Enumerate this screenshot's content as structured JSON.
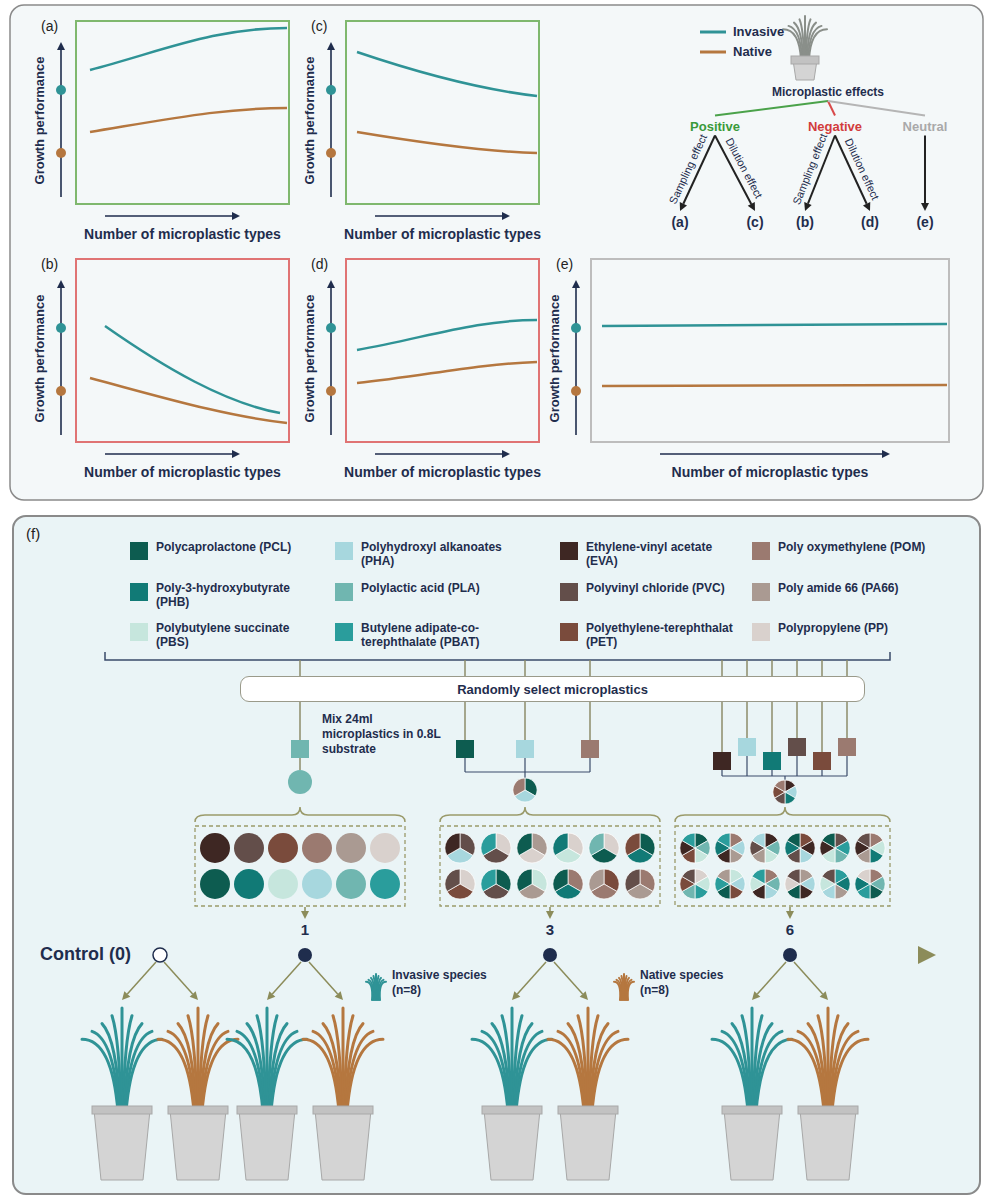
{
  "diagram": {
    "nodes": [
      {
        "text": [
          "(a)",
          "Growth performance",
          "Number of microplastic types"
        ]
      },
      {
        "text": [
          "(c)",
          "Growth performance",
          "Number of microplastic types"
        ]
      },
      {
        "text": [
          "Microplastic effects"
        ]
      },
      {
        "text": [
          "Positive"
        ]
      },
      {
        "text": [
          "Negative"
        ]
      },
      {
        "text": [
          "Neutral"
        ]
      },
      {
        "text": [
          "(a)"
        ]
      },
      {
        "text": [
          "(c)"
        ]
      },
      {
        "text": [
          "(b)"
        ]
      },
      {
        "text": [
          "(d)"
        ]
      },
      {
        "text": [
          "(e)"
        ]
      },
      {
        "text": [
          "(b)",
          "Growth performance",
          "Number of microplastic types"
        ]
      },
      {
        "text": [
          "(d)",
          "Growth performance",
          "Number of microplastic types"
        ]
      },
      {
        "text": [
          "(e)",
          "Growth performance",
          "Number of microplastic types"
        ]
      },
      {
        "text": [
          "(f)"
        ]
      },
      {
        "text": [
          "Randomly select microplastics"
        ],
        "in": 14
      }
    ],
    "edges": [
      {
        "from": 2,
        "to": 3,
        "arrow": "none"
      },
      {
        "from": 2,
        "to": 4,
        "arrow": "none"
      },
      {
        "from": 2,
        "to": 5,
        "arrow": "none"
      },
      {
        "from": 3,
        "to": 6,
        "label": "Sampling effect",
        "arrow": "to"
      },
      {
        "from": 3,
        "to": 7,
        "label": "Dilution effect",
        "arrow": "to"
      },
      {
        "from": 4,
        "to": 8,
        "label": "Sampling effect",
        "arrow": "to"
      },
      {
        "from": 4,
        "to": 9,
        "label": "Dilution effect",
        "arrow": "to"
      },
      {
        "from": 5,
        "to": 10,
        "arrow": "to"
      }
    ],
    "labels": [
      "Mix 24ml microplastics in 0.8L substrate",
      "Control (0)",
      "1",
      "3",
      "6",
      "Invasive species (n=8)",
      "Native species (n=8)"
    ],
    "legend": [
      {
        "text": "Invasive"
      },
      {
        "text": "Native"
      },
      {
        "text": "Polycaprolactone (PCL)",
        "color": "#0d5c50"
      },
      {
        "text": "Poly-3-hydroxybutyrate (PHB)",
        "color": "#117a76"
      },
      {
        "text": "Polybutylene succinate (PBS)",
        "color": "#c6e6dd"
      },
      {
        "text": "Polyhydroxyl alkanoates (PHA)",
        "color": "#a7d7de"
      },
      {
        "text": "Polylactic acid (PLA)",
        "color": "#70b6b0"
      },
      {
        "text": "Butylene adipate-co-terephthalate (PBAT)",
        "color": "#2a9d9c"
      },
      {
        "text": "Ethylene-vinyl acetate (EVA)",
        "color": "#3e2723"
      },
      {
        "text": "Polyvinyl chloride (PVC)",
        "color": "#634e4a"
      },
      {
        "text": "Polyethylene-terephthalat (PET)",
        "color": "#7a4b3c"
      },
      {
        "text": "Poly oxymethylene (POM)",
        "color": "#9b7a70"
      },
      {
        "text": "Poly amide 66 (PA66)",
        "color": "#aa9a92"
      },
      {
        "text": "Polypropylene (PP)",
        "color": "#d9d1cd"
      }
    ]
  }
}
